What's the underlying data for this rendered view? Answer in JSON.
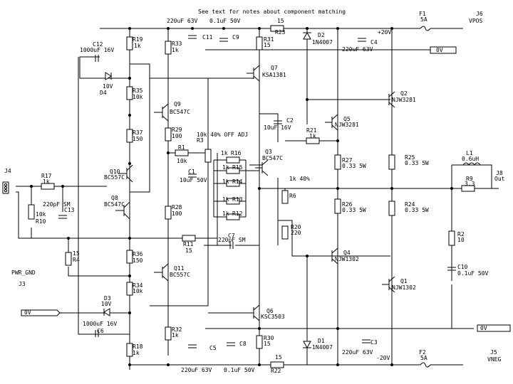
{
  "title": "See text for notes about component matching",
  "rails": {
    "pos": "+20V",
    "neg": "-20V",
    "gnd_top": "0V",
    "gnd_bot": "0V",
    "gnd_left": "0V"
  },
  "components": {
    "C12": [
      "C12",
      "1000uF 16V"
    ],
    "R19": [
      "R19",
      "1k"
    ],
    "R33": [
      "R33",
      "1k"
    ],
    "D4": [
      "D4",
      "10V"
    ],
    "R35": [
      "R35",
      "10k"
    ],
    "Q9": [
      "Q9",
      "BC547C"
    ],
    "R37": [
      "R37",
      "150"
    ],
    "R29": [
      "R29",
      "100"
    ],
    "R1": [
      "R1",
      "10k"
    ],
    "R3": [
      "R3",
      "10k 40% OFF ADJ"
    ],
    "C1": [
      "C1",
      "10uF 50V"
    ],
    "Q10": [
      "Q10",
      "BC557C"
    ],
    "Q8": [
      "Q8",
      "BC547C"
    ],
    "R28": [
      "R28",
      "100"
    ],
    "J4": [
      "J4",
      ""
    ],
    "R17": [
      "R17",
      "1k"
    ],
    "R10": [
      "R10",
      "10k"
    ],
    "C13": [
      "C13",
      "220pF SM"
    ],
    "R4": [
      "R4",
      "15"
    ],
    "J3": [
      "J3",
      "PWR_GND"
    ],
    "R11": [
      "R11",
      "15"
    ],
    "C7": [
      "C7",
      "220pF SM"
    ],
    "R16": [
      "R16",
      "1k"
    ],
    "R15": [
      "R15",
      "1k"
    ],
    "R14": [
      "R14",
      "1k"
    ],
    "R13": [
      "R13",
      "1k"
    ],
    "R12": [
      "R12",
      "1k"
    ],
    "R36": [
      "R36",
      "150"
    ],
    "Q11": [
      "Q11",
      "BC557C"
    ],
    "R34": [
      "R34",
      "10k"
    ],
    "D3": [
      "D3",
      "10V"
    ],
    "C6": [
      "C6",
      "1000uF 16V"
    ],
    "R18": [
      "R18",
      "1k"
    ],
    "R32": [
      "R32",
      "1k"
    ],
    "C11": [
      "C11",
      "220uF 63V"
    ],
    "C9": [
      "C9",
      "0.1uF 50V"
    ],
    "R31": [
      "R31",
      "15"
    ],
    "R23": [
      "R23",
      "15"
    ],
    "D2": [
      "D2",
      "1N4007"
    ],
    "C4": [
      "C4",
      "220uF 63V"
    ],
    "F1": [
      "F1",
      "5A"
    ],
    "J6": [
      "J6",
      "VPOS"
    ],
    "Q7": [
      "Q7",
      "KSA1381"
    ],
    "C2": [
      "C2",
      "10uF 16V"
    ],
    "Q3": [
      "Q3",
      "BC547C"
    ],
    "R6": [
      "R6",
      "1k 40%"
    ],
    "R20": [
      "R20",
      "220"
    ],
    "Q5": [
      "Q5",
      "NJW3281"
    ],
    "R21": [
      "R21",
      "1k"
    ],
    "Q2": [
      "Q2",
      "NJW3281"
    ],
    "R27": [
      "R27",
      "0.33 5W"
    ],
    "R25": [
      "R25",
      "0.33 5W"
    ],
    "R26": [
      "R26",
      "0.33 5W"
    ],
    "R24": [
      "R24",
      "0.33 5W"
    ],
    "Q4": [
      "Q4",
      "NJW1302"
    ],
    "Q1": [
      "Q1",
      "NJW1302"
    ],
    "L1": [
      "L1",
      "0.6uH"
    ],
    "R9": [
      "R9",
      "3.3"
    ],
    "J8": [
      "J8",
      "Out"
    ],
    "R2": [
      "R2",
      "10"
    ],
    "C10": [
      "C10",
      "0.1uF 50V"
    ],
    "Q6": [
      "Q6",
      "KSC3503"
    ],
    "R30": [
      "R30",
      "15"
    ],
    "D1": [
      "D1",
      "1N4007"
    ],
    "C5": [
      "C5",
      "220uF 63V"
    ],
    "C8": [
      "C8",
      "0.1uF 50V"
    ],
    "C3": [
      "C3",
      "220uF 63V"
    ],
    "R22": [
      "R22",
      "15"
    ],
    "F2": [
      "F2",
      "5A"
    ],
    "J5": [
      "J5",
      "VNEG"
    ]
  }
}
